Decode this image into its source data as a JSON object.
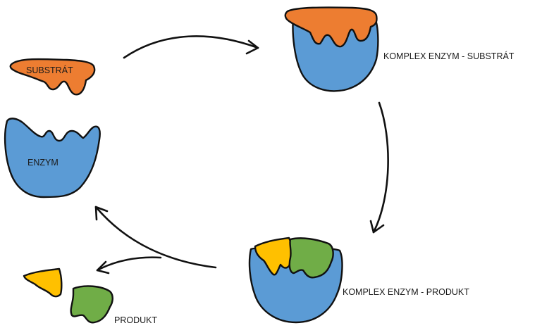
{
  "labels": {
    "substrate": "SUBSTRÁT",
    "enzyme": "ENZYM",
    "complex_es": "KOMPLEX ENZYM - SUBSTRÁT",
    "complex_ep": "KOMPLEX ENZYM - PRODUKT",
    "product": "PRODUKT"
  },
  "colors": {
    "enzyme": "#5B9BD5",
    "substrate": "#ED7D31",
    "product_a": "#FFC000",
    "product_b": "#70AD47",
    "outline": "#111111"
  }
}
